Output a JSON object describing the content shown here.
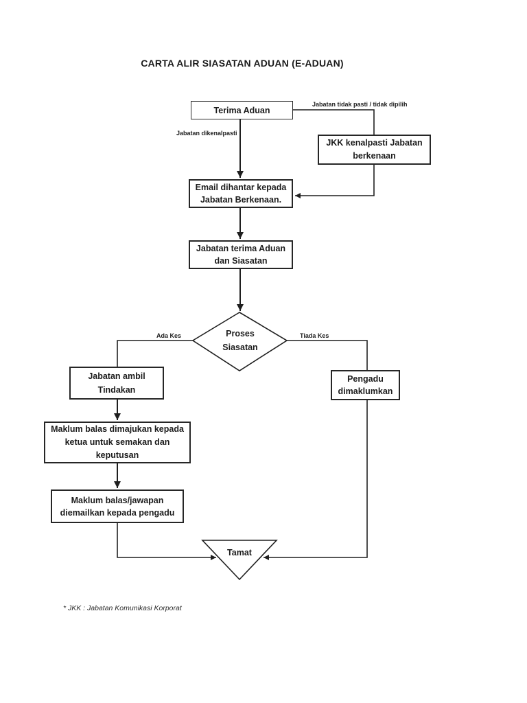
{
  "page": {
    "title": "CARTA ALIR SIASATAN ADUAN (E-ADUAN)",
    "footnote": "* JKK :  Jabatan Komunikasi Korporat"
  },
  "flowchart": {
    "nodes": {
      "terima_aduan": "Terima Aduan",
      "jkk_kenalpasti": "JKK kenalpasti Jabatan berkenaan",
      "email_dihantar": "Email dihantar kepada Jabatan Berkenaan.",
      "jabatan_terima": "Jabatan terima Aduan dan Siasatan",
      "proses_siasatan": "Proses Siasatan",
      "jabatan_ambil": "Jabatan ambil Tindakan",
      "pengadu_dimaklumkan": "Pengadu dimaklumkan",
      "maklum_balas_ketua": "Maklum balas dimajukan kepada ketua untuk semakan dan keputusan",
      "maklum_balas_email": "Maklum balas/jawapan diemailkan kepada pengadu",
      "tamat": "Tamat"
    },
    "edge_labels": {
      "tidak_pasti": "Jabatan tidak pasti / tidak dipilih",
      "dikenalpasti": "Jabatan dikenalpasti",
      "ada_kes": "Ada Kes",
      "tiada_kes": "Tiada Kes"
    },
    "colors": {
      "background": "#ffffff",
      "line": "#1f1f1f",
      "text": "#1c1c1c"
    }
  }
}
